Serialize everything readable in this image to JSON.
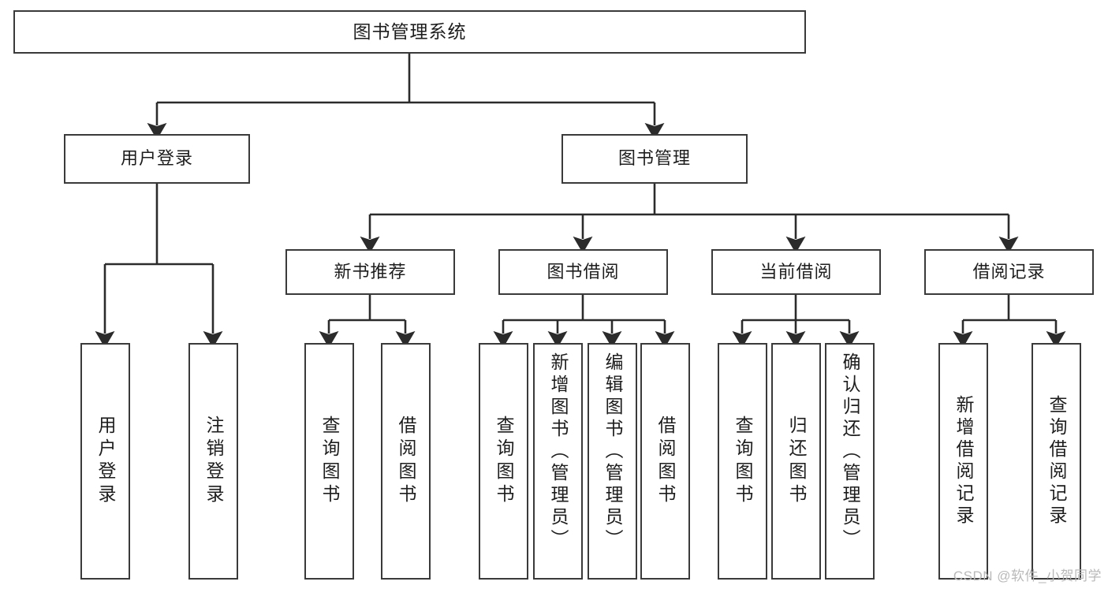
{
  "diagram": {
    "title": "图书管理系统",
    "type": "tree",
    "watermark": "CSDN @软件_小贺同学",
    "colors": {
      "box_border": "#3a3a3a",
      "box_fill": "#ffffff",
      "edge": "#2b2b2b",
      "text": "#1d1d1d",
      "watermark": "#b9b9b9"
    },
    "nodes": {
      "root": {
        "label": "图书管理系统",
        "level": 1
      },
      "l2": [
        {
          "id": "user-login",
          "label": "用户登录",
          "level": 2
        },
        {
          "id": "book-manage",
          "label": "图书管理",
          "level": 2
        }
      ],
      "l3": [
        {
          "id": "new-book-rec",
          "label": "新书推荐",
          "level": 3,
          "parent": "book-manage"
        },
        {
          "id": "book-borrow",
          "label": "图书借阅",
          "level": 3,
          "parent": "book-manage"
        },
        {
          "id": "current-borrow",
          "label": "当前借阅",
          "level": 3,
          "parent": "book-manage"
        },
        {
          "id": "borrow-record",
          "label": "借阅记录",
          "level": 3,
          "parent": "book-manage"
        }
      ],
      "leaves": [
        {
          "id": "leaf-user-login",
          "label": "用户登录",
          "parent": "user-login"
        },
        {
          "id": "leaf-user-logout",
          "label": "注销登录",
          "parent": "user-login"
        },
        {
          "id": "leaf-query-book-1",
          "label": "查询图书",
          "parent": "new-book-rec"
        },
        {
          "id": "leaf-borrow-book-1",
          "label": "借阅图书",
          "parent": "new-book-rec"
        },
        {
          "id": "leaf-query-book-2",
          "label": "查询图书",
          "parent": "book-borrow"
        },
        {
          "id": "leaf-add-book",
          "label": "新增图书（管理员）",
          "parent": "book-borrow"
        },
        {
          "id": "leaf-edit-book",
          "label": "编辑图书（管理员）",
          "parent": "book-borrow"
        },
        {
          "id": "leaf-borrow-book-2",
          "label": "借阅图书",
          "parent": "book-borrow"
        },
        {
          "id": "leaf-query-book-3",
          "label": "查询图书",
          "parent": "current-borrow"
        },
        {
          "id": "leaf-return-book",
          "label": "归还图书",
          "parent": "current-borrow"
        },
        {
          "id": "leaf-confirm-return",
          "label": "确认归还（管理员）",
          "parent": "current-borrow"
        },
        {
          "id": "leaf-add-record",
          "label": "新增借阅记录",
          "parent": "borrow-record"
        },
        {
          "id": "leaf-query-record",
          "label": "查询借阅记录",
          "parent": "borrow-record"
        }
      ]
    }
  }
}
